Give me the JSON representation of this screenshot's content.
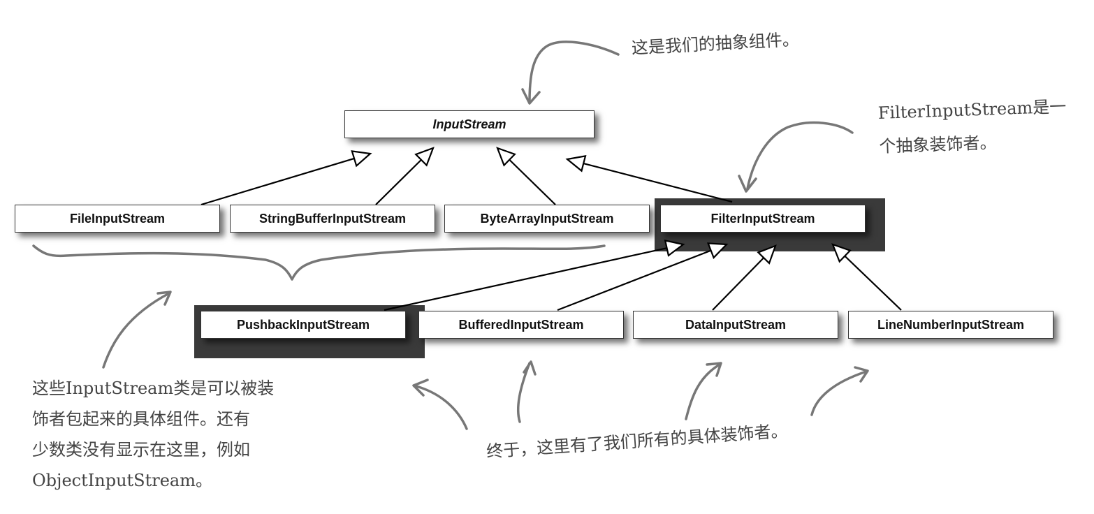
{
  "diagram": {
    "root": {
      "id": "inputstream",
      "label": "InputStream"
    },
    "components": [
      {
        "id": "fileinputstream",
        "label": "FileInputStream"
      },
      {
        "id": "stringbufferinputstream",
        "label": "StringBufferInputStream"
      },
      {
        "id": "bytearrayinputstream",
        "label": "ByteArrayInputStream"
      },
      {
        "id": "filterinputstream",
        "label": "FilterInputStream"
      }
    ],
    "decorators": [
      {
        "id": "pushbackinputstream",
        "label": "PushbackInputStream"
      },
      {
        "id": "bufferedinputstream",
        "label": "BufferedInputStream"
      },
      {
        "id": "datainputstream",
        "label": "DataInputStream"
      },
      {
        "id": "linenumberinputstream",
        "label": "LineNumberInputStream"
      }
    ],
    "edges": [
      {
        "from": "fileinputstream",
        "to": "inputstream"
      },
      {
        "from": "stringbufferinputstream",
        "to": "inputstream"
      },
      {
        "from": "bytearrayinputstream",
        "to": "inputstream"
      },
      {
        "from": "filterinputstream",
        "to": "inputstream"
      },
      {
        "from": "pushbackinputstream",
        "to": "filterinputstream"
      },
      {
        "from": "bufferedinputstream",
        "to": "filterinputstream"
      },
      {
        "from": "datainputstream",
        "to": "filterinputstream"
      },
      {
        "from": "linenumberinputstream",
        "to": "filterinputstream"
      }
    ]
  },
  "annotations": {
    "abstract_component": "这是我们的抽象组件。",
    "abstract_decorator": "FilterInputStream是一\n个抽象装饰者。",
    "concrete_components": "这些InputStream类是可以被装\n饰者包起来的具体组件。还有\n少数类没有显示在这里，例如\nObjectInputStream。",
    "concrete_decorators": "终于，这里有了我们所有的具体装饰者。"
  },
  "colors": {
    "annotation_text": "#444444",
    "highlight": "#3a3a3a",
    "arrow": "#777777",
    "line": "#000000"
  }
}
